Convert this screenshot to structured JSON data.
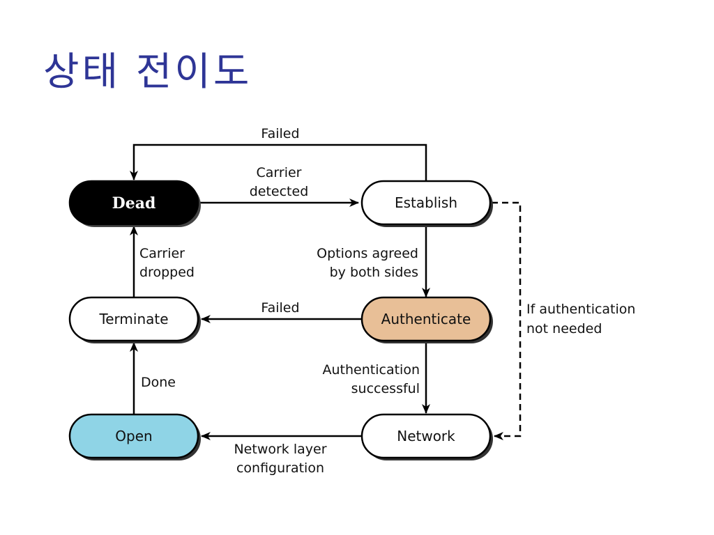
{
  "title": "상태 전이도",
  "nodes": {
    "dead": {
      "label": "Dead",
      "fill": "#000000"
    },
    "establish": {
      "label": "Establish",
      "fill": "#ffffff"
    },
    "authenticate": {
      "label": "Authenticate",
      "fill": "#e8bf97"
    },
    "terminate": {
      "label": "Terminate",
      "fill": "#ffffff"
    },
    "open": {
      "label": "Open",
      "fill": "#8fd4e6"
    },
    "network": {
      "label": "Network",
      "fill": "#ffffff"
    }
  },
  "edges": {
    "establish_to_dead": {
      "label": "Failed"
    },
    "dead_to_establish": {
      "line1": "Carrier",
      "line2": "detected"
    },
    "establish_to_authenticate": {
      "line1": "Options agreed",
      "line2": "by both sides"
    },
    "authenticate_to_terminate": {
      "label": "Failed"
    },
    "terminate_to_dead": {
      "line1": "Carrier",
      "line2": "dropped"
    },
    "authenticate_to_network": {
      "line1": "Authentication",
      "line2": "successful"
    },
    "open_to_terminate": {
      "label": "Done"
    },
    "network_to_open": {
      "line1": "Network layer",
      "line2": "configuration"
    },
    "establish_to_network": {
      "line1": "If authentication",
      "line2": "not needed"
    }
  }
}
